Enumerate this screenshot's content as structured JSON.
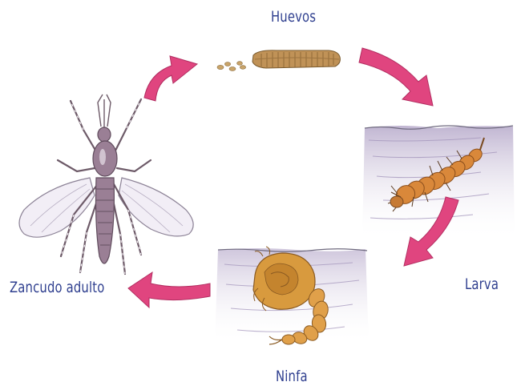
{
  "stages": {
    "eggs": "Huevos",
    "larva": "Larva",
    "pupa": "Ninfa",
    "adult": "Zancudo adulto"
  },
  "colors": {
    "label": "#2f3f8f",
    "arrow": "#e0457f",
    "water": "#c9bfd8",
    "insect_body": "#9a7f95",
    "larva_body": "#d9883a",
    "eggs": "#b8894a"
  }
}
